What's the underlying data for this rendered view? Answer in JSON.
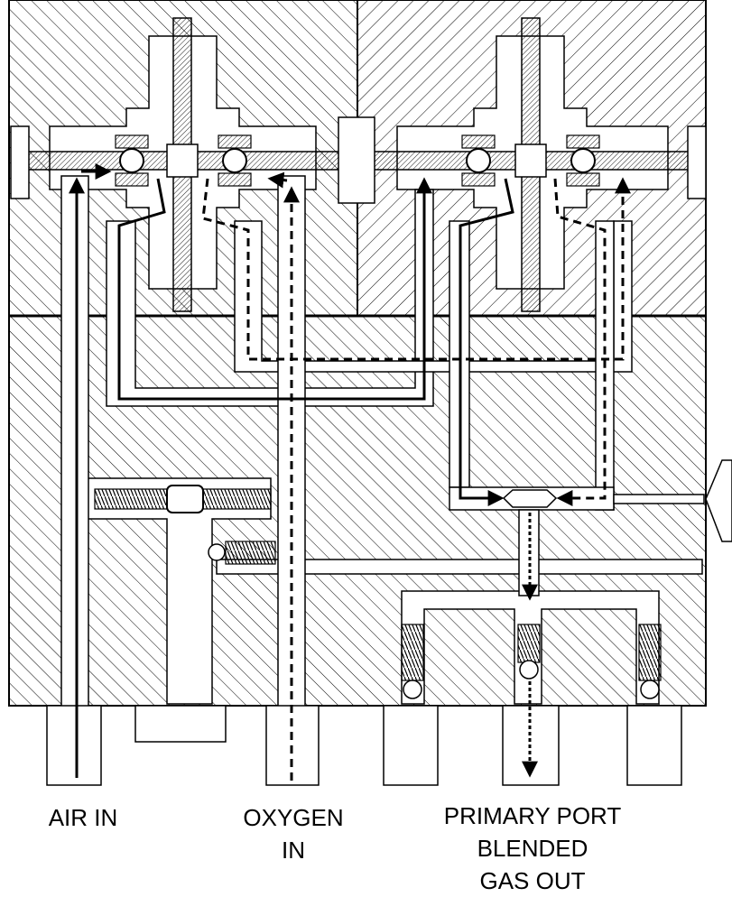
{
  "labels": {
    "air_in": "AIR IN",
    "oxygen_in": [
      "OXYGEN",
      "IN"
    ],
    "primary_port": [
      "PRIMARY PORT",
      "BLENDED",
      "GAS OUT"
    ]
  },
  "colors": {
    "ink": "#000000",
    "hatch": "#000000",
    "background": "#ffffff"
  },
  "flows": [
    {
      "name": "air",
      "style": "solid"
    },
    {
      "name": "oxygen",
      "style": "dashed"
    },
    {
      "name": "blended",
      "style": "dotted-solid"
    }
  ]
}
